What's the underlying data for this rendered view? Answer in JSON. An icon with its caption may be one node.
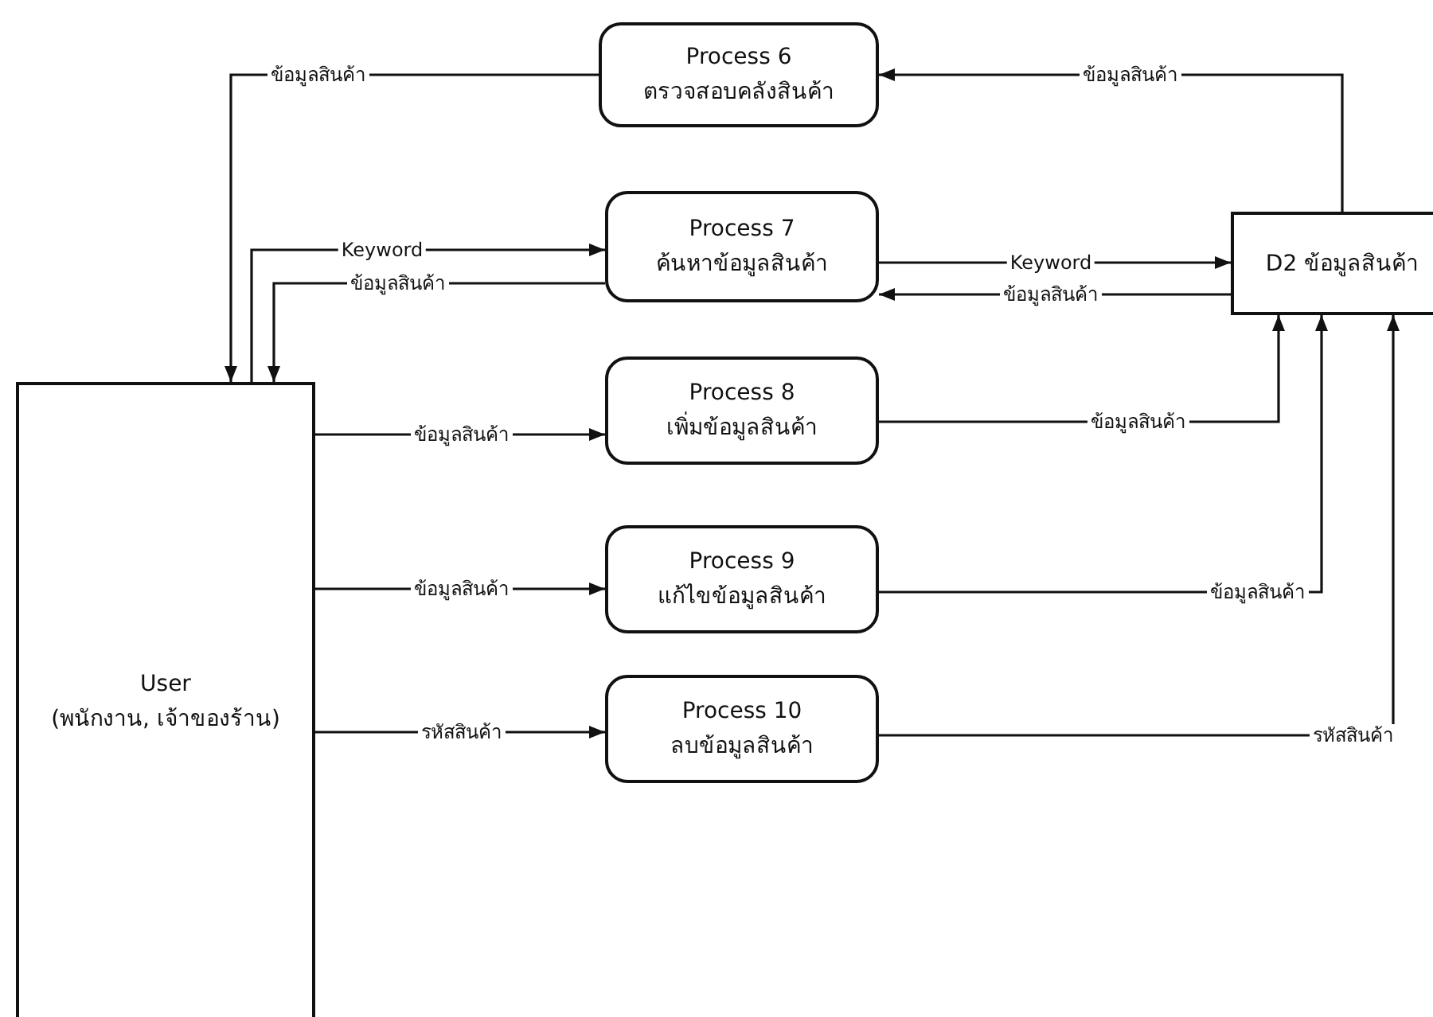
{
  "diagram": {
    "nodes": [
      {
        "text": [
          "User",
          "(พนักงาน, เจ้าของร้าน)"
        ]
      },
      {
        "text": [
          "Process 6",
          "ตรวจสอบคลังสินค้า"
        ]
      },
      {
        "text": [
          "Process 7",
          "ค้นหาข้อมูลสินค้า"
        ]
      },
      {
        "text": [
          "Process 8",
          "เพิ่มข้อมูลสินค้า"
        ]
      },
      {
        "text": [
          "Process 9",
          "แก้ไขข้อมูลสินค้า"
        ]
      },
      {
        "text": [
          "Process 10",
          "ลบข้อมูลสินค้า"
        ]
      },
      {
        "text": [
          "D2 ข้อมูลสินค้า"
        ]
      }
    ],
    "edges": [
      {
        "from": 6,
        "to": 1,
        "arrow": "to",
        "label": "ข้อมูลสินค้า"
      },
      {
        "from": 1,
        "to": 0,
        "arrow": "to",
        "label": "ข้อมูลสินค้า"
      },
      {
        "from": 0,
        "to": 2,
        "arrow": "to",
        "label": "Keyword"
      },
      {
        "from": 2,
        "to": 0,
        "arrow": "to",
        "label": "ข้อมูลสินค้า"
      },
      {
        "from": 2,
        "to": 6,
        "arrow": "to",
        "label": "Keyword"
      },
      {
        "from": 6,
        "to": 2,
        "arrow": "to",
        "label": "ข้อมูลสินค้า"
      },
      {
        "from": 0,
        "to": 3,
        "arrow": "to",
        "label": "ข้อมูลสินค้า"
      },
      {
        "from": 3,
        "to": 6,
        "arrow": "to",
        "label": "ข้อมูลสินค้า"
      },
      {
        "from": 0,
        "to": 4,
        "arrow": "to",
        "label": "ข้อมูลสินค้า"
      },
      {
        "from": 4,
        "to": 6,
        "arrow": "to",
        "label": "ข้อมูลสินค้า"
      },
      {
        "from": 0,
        "to": 5,
        "arrow": "to",
        "label": "รหัสสินค้า"
      },
      {
        "from": 5,
        "to": 6,
        "arrow": "to",
        "label": "รหัสสินค้า"
      }
    ]
  }
}
